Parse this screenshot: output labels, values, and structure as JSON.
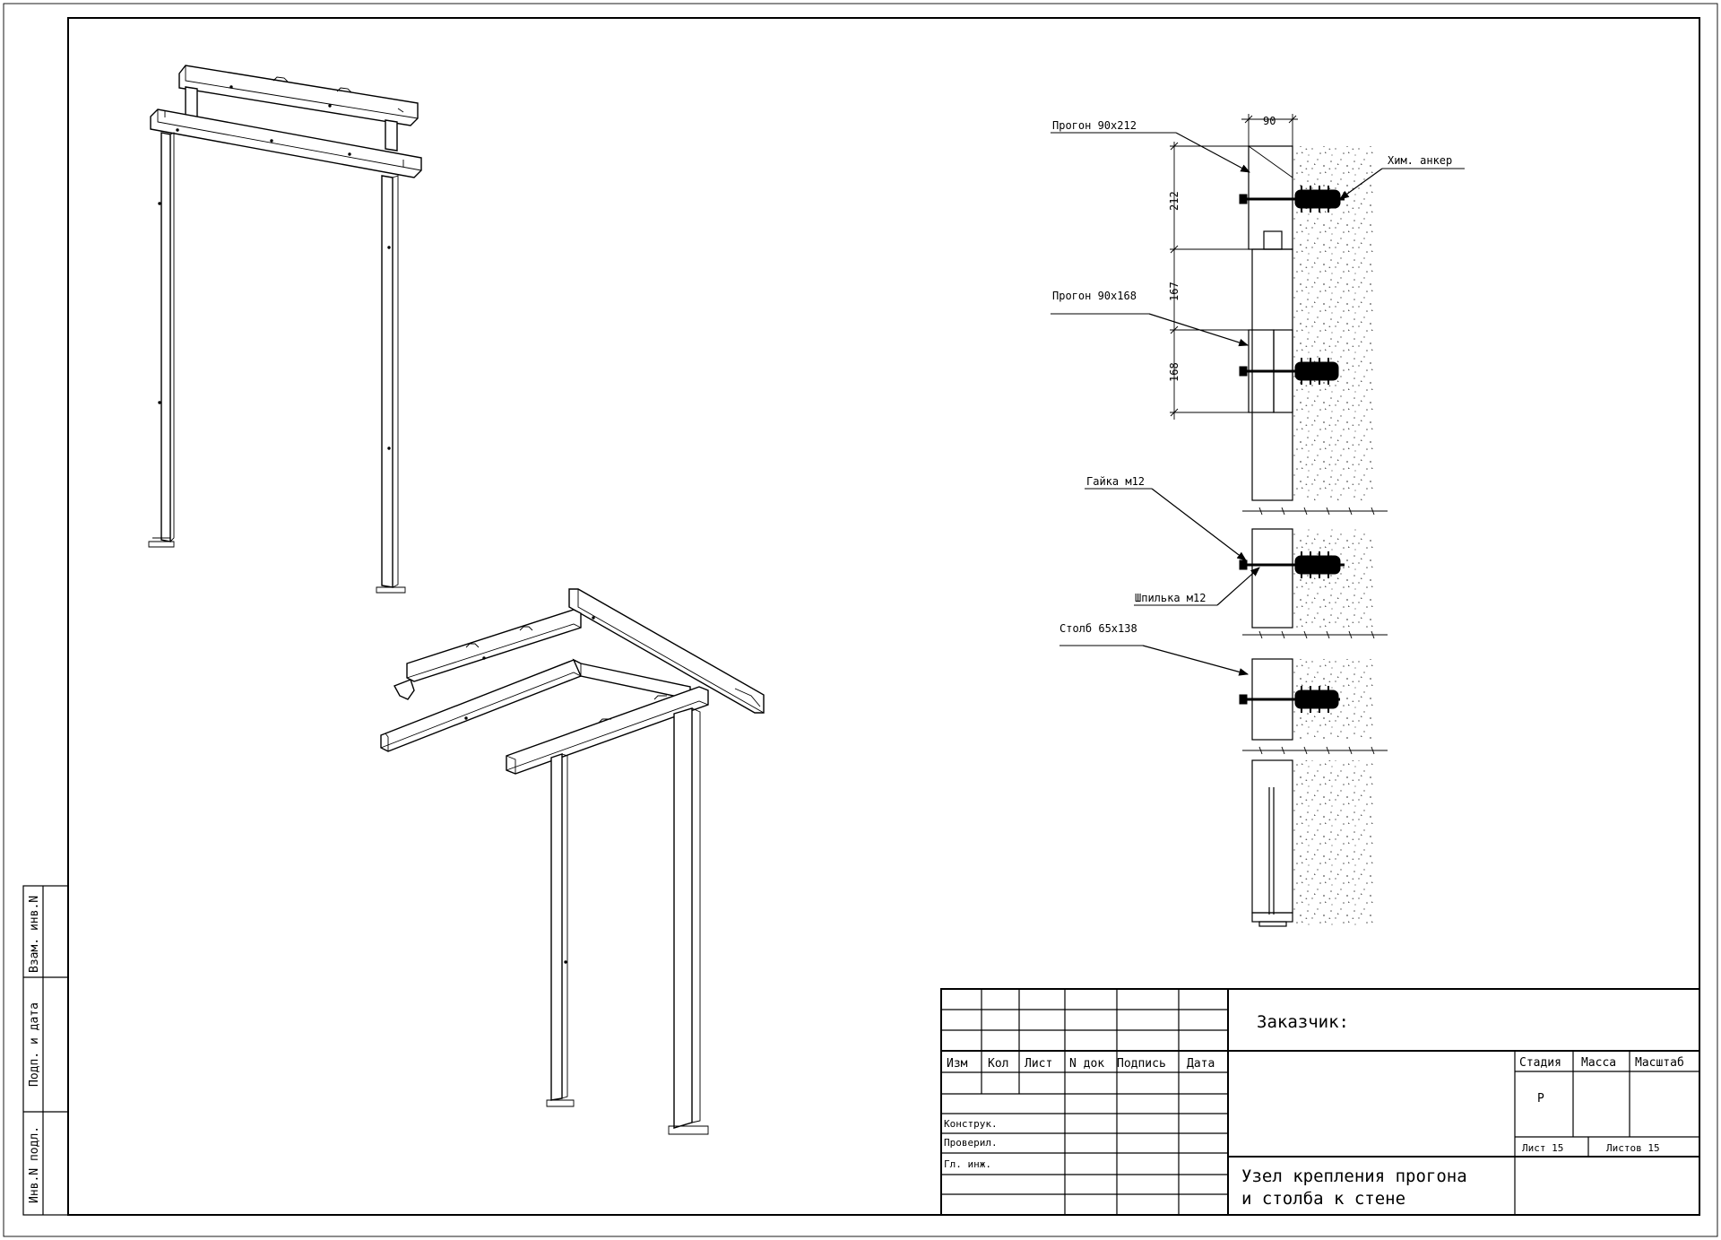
{
  "side_stamp": {
    "vzam_inv": "Взам. инв.N",
    "podp_data": "Подп. и дата",
    "inv_podl": "Инв.N подл."
  },
  "detail": {
    "dim_width": "90",
    "dim_212": "212",
    "dim_167": "167",
    "dim_168": "168",
    "label_progon1": "Прогон 90х212",
    "label_anchor": "Хим. анкер",
    "label_progon2": "Прогон 90х168",
    "label_nut": "Гайка м12",
    "label_stud": "Шпилька м12",
    "label_post": "Столб 65х138"
  },
  "title_block": {
    "headers": [
      "Изм",
      "Кол",
      "Лист",
      "N док",
      "Подпись",
      "Дата"
    ],
    "roles": [
      "Конструк.",
      "Проверил.",
      "Гл. инж."
    ],
    "customer": "Заказчик:",
    "stage_header": "Стадия",
    "mass_header": "Масса",
    "scale_header": "Масштаб",
    "stage_value": "Р",
    "sheet": "Лист 15",
    "sheets": "Листов 15",
    "title_line1": "Узел крепления прогона",
    "title_line2": "и столба к стене"
  }
}
